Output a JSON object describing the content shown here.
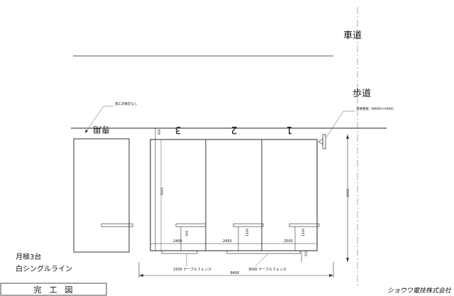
{
  "labels": {
    "road": "車道",
    "sidewalk": "歩道",
    "no_work_note": "施工対象区なし",
    "dedicated": "専用",
    "sign_note": "月極看板（W600×H600）",
    "monthly_count": "月極3台",
    "line_type": "白シングルライン",
    "title_block": "完　工　図",
    "company": "ショウワ電技株式会社",
    "fence_1500": "1500 テーブルフェンス",
    "fence_3000": "3000 テーブルフェンス"
  },
  "stall_numbers": [
    "3",
    "2",
    "1"
  ],
  "dimensions": {
    "setback_300": "300",
    "stall_depth": "5000",
    "stall_3_width": "2400",
    "stall_2_width": "2450",
    "stall_1_width": "2500",
    "stop_offset_3": "300",
    "stop_offset_2": "1200",
    "stop_offset_1": "1200",
    "fence_offset": "500",
    "total_depth": "6000",
    "total_width": "8400"
  }
}
